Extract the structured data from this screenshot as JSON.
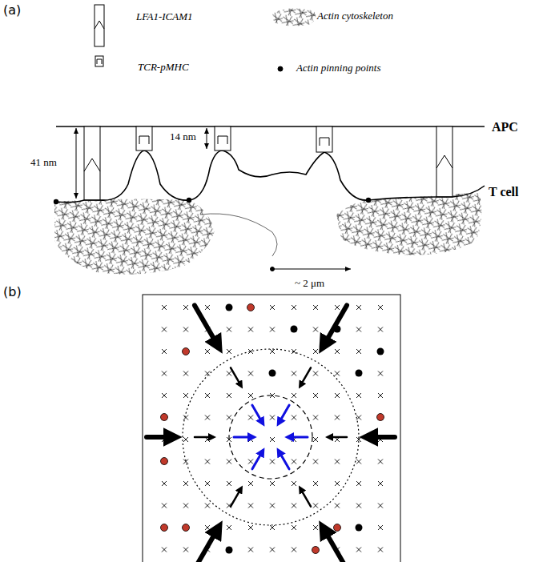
{
  "diagram": {
    "labels": [
      "(a)",
      "41 nm",
      "14 nm",
      "APC",
      "T cell",
      "~ 2 μm",
      "(b)"
    ],
    "legend": [
      {
        "text": "LFA1-ICAM1"
      },
      {
        "text": "Actin cytoskeleton"
      },
      {
        "text": "TCR-pMHC"
      },
      {
        "text": "Actin pinning points"
      }
    ]
  }
}
